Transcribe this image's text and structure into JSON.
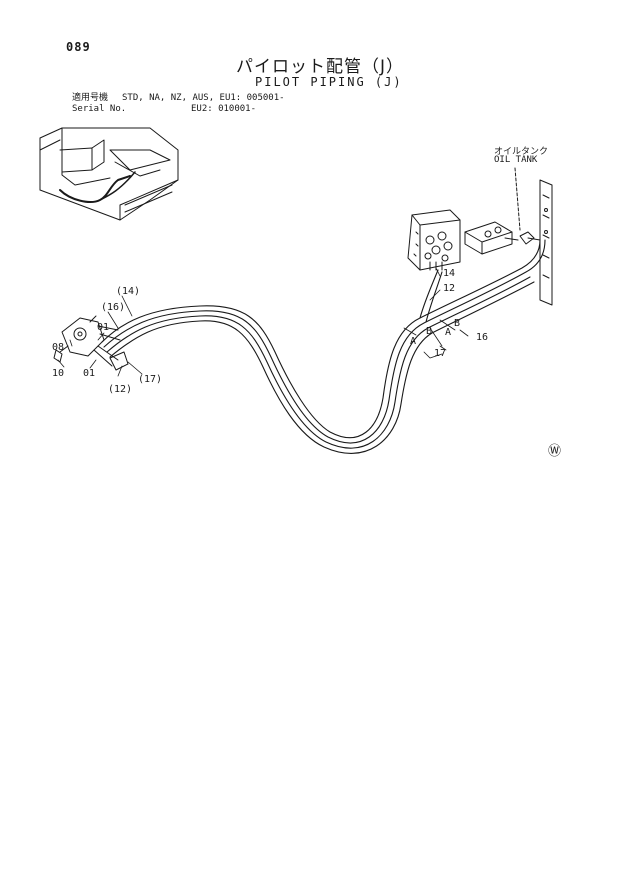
{
  "header": {
    "page_number": "089",
    "title_jp": "パイロット配管（J）",
    "title_en": "PILOT PIPING (J)"
  },
  "serial": {
    "label_jp": "適用号機",
    "label_en": "Serial No.",
    "models_line1": "STD, NA, NZ, AUS, EU1: 005001-",
    "models_line2": "EU2: 010001-"
  },
  "callouts": {
    "oil_tank_jp": "オイルタンク",
    "oil_tank_en": "OIL TANK",
    "p14_paren": "(14)",
    "p16_paren": "(16)",
    "p12_paren": "(12)",
    "p17_paren": "(17)",
    "p01_a": "01",
    "p01_b": "01",
    "p08": "08",
    "p10": "10",
    "p14": "14",
    "p12": "12",
    "p16": "16",
    "p17": "17",
    "a1": "A",
    "a2": "A",
    "b1": "B",
    "b2": "B",
    "mark": "Ⓦ"
  }
}
